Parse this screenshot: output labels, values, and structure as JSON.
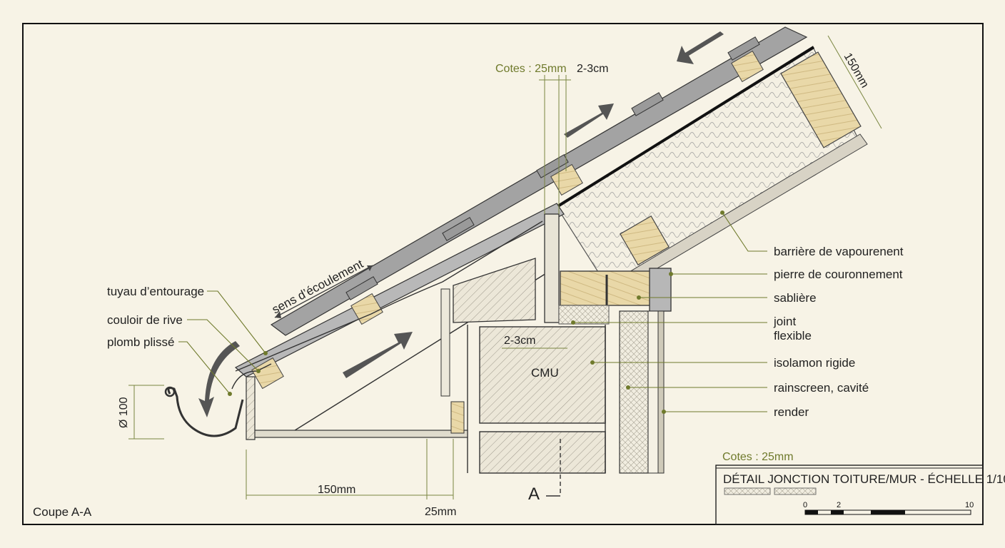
{
  "drawing": {
    "title": "DÉTAIL JONCTION TOITURE/MUR - ÉCHELLE 1/10",
    "section_label": "Coupe A-A",
    "section_marker": "A",
    "cmu_label": "CMU",
    "flow_label": "sens d’écoulement",
    "cotes_top": "Cotes : 25mm",
    "cotes_bottom": "Cotes : 25mm",
    "dim_2_3cm_top": "2-3cm",
    "dim_2_3cm_mid": "2-3cm",
    "dim_150mm_roof": "150mm",
    "dim_150mm_bottom": "150mm",
    "dim_25mm_bottom": "25mm",
    "dim_diameter": "Ø 100"
  },
  "labels_left": [
    "tuyau d’entourage",
    "couloir de rive",
    "plomb plissé"
  ],
  "labels_right": [
    "barrière de vapourenent",
    "pierre de couronnement",
    "sablière",
    "joint",
    "flexible",
    "isolamon rigide",
    "rainscreen, cavité",
    "render"
  ],
  "scale_bar": {
    "ticks": [
      "0",
      "2",
      "10"
    ]
  },
  "colors": {
    "paper": "#f7f3e6",
    "ink": "#222222",
    "olive": "#6f7a2c",
    "timber": "#e9d8a8",
    "masonry": "#ece7d8",
    "slate": "#9a9a9a"
  }
}
